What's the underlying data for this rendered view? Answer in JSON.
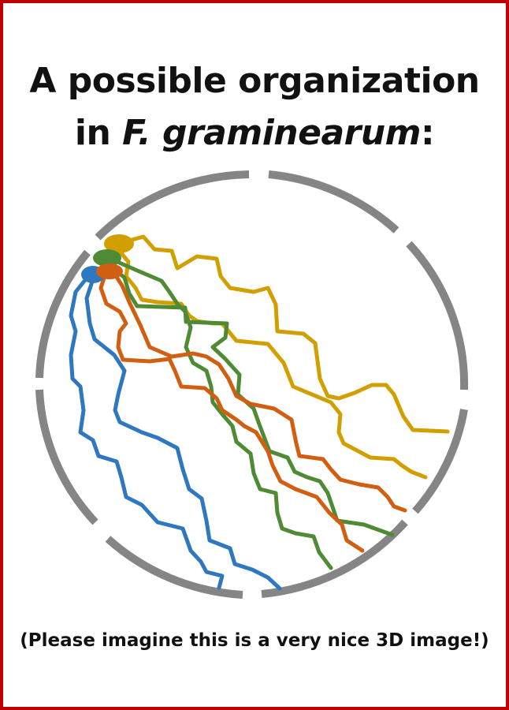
{
  "title": {
    "line1": "A possible organization",
    "line2_prefix": "in ",
    "line2_species": "F. graminearum",
    "line2_suffix": ":"
  },
  "caption": "(Please imagine this is a very nice 3D image!)",
  "colors": {
    "border": "#c00000",
    "nucleus_outline": "#858585",
    "chromosome_yellow": "#d1a000",
    "chromosome_green": "#4f8a35",
    "chromosome_orange": "#d25e12",
    "chromosome_blue": "#2f78bf"
  }
}
